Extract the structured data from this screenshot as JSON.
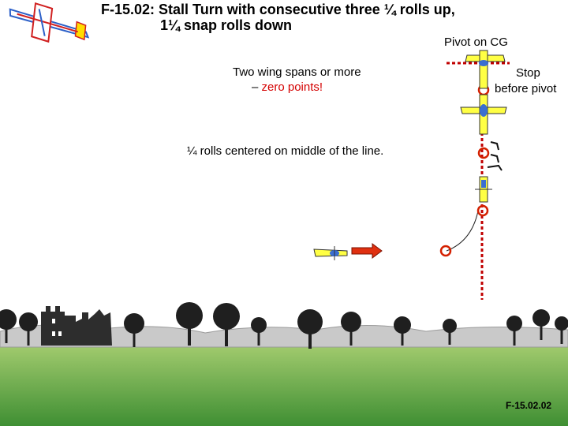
{
  "diagram": {
    "title_line1": "F-15.02: Stall Turn with consecutive three ¼ rolls up,",
    "title_line2": "1¼ snap rolls down",
    "pivot_label": "Pivot on CG",
    "wingspan_line1": "Two wing spans or more",
    "wingspan_line2_prefix": "– ",
    "wingspan_line2_highlight": "zero points!",
    "stop_line1": "Stop",
    "stop_line2": "before pivot",
    "quarter_rolls_note": "¼  rolls centered on middle of the line.",
    "footer_code": "F-15.02.02"
  },
  "colors": {
    "sky": "#ffffff",
    "grass_top": "#a9cf72",
    "grass_bottom": "#3f8f33",
    "hills": "#c9c9c9",
    "tree": "#1f1f1f",
    "castle": "#2d2d2d",
    "flight_path": "#c00000",
    "marker": "#d42000",
    "arrow": "#e03010",
    "plane_yellow": "#ffff44",
    "plane_blue": "#3a6ed0",
    "highlight_text": "#d40000"
  }
}
